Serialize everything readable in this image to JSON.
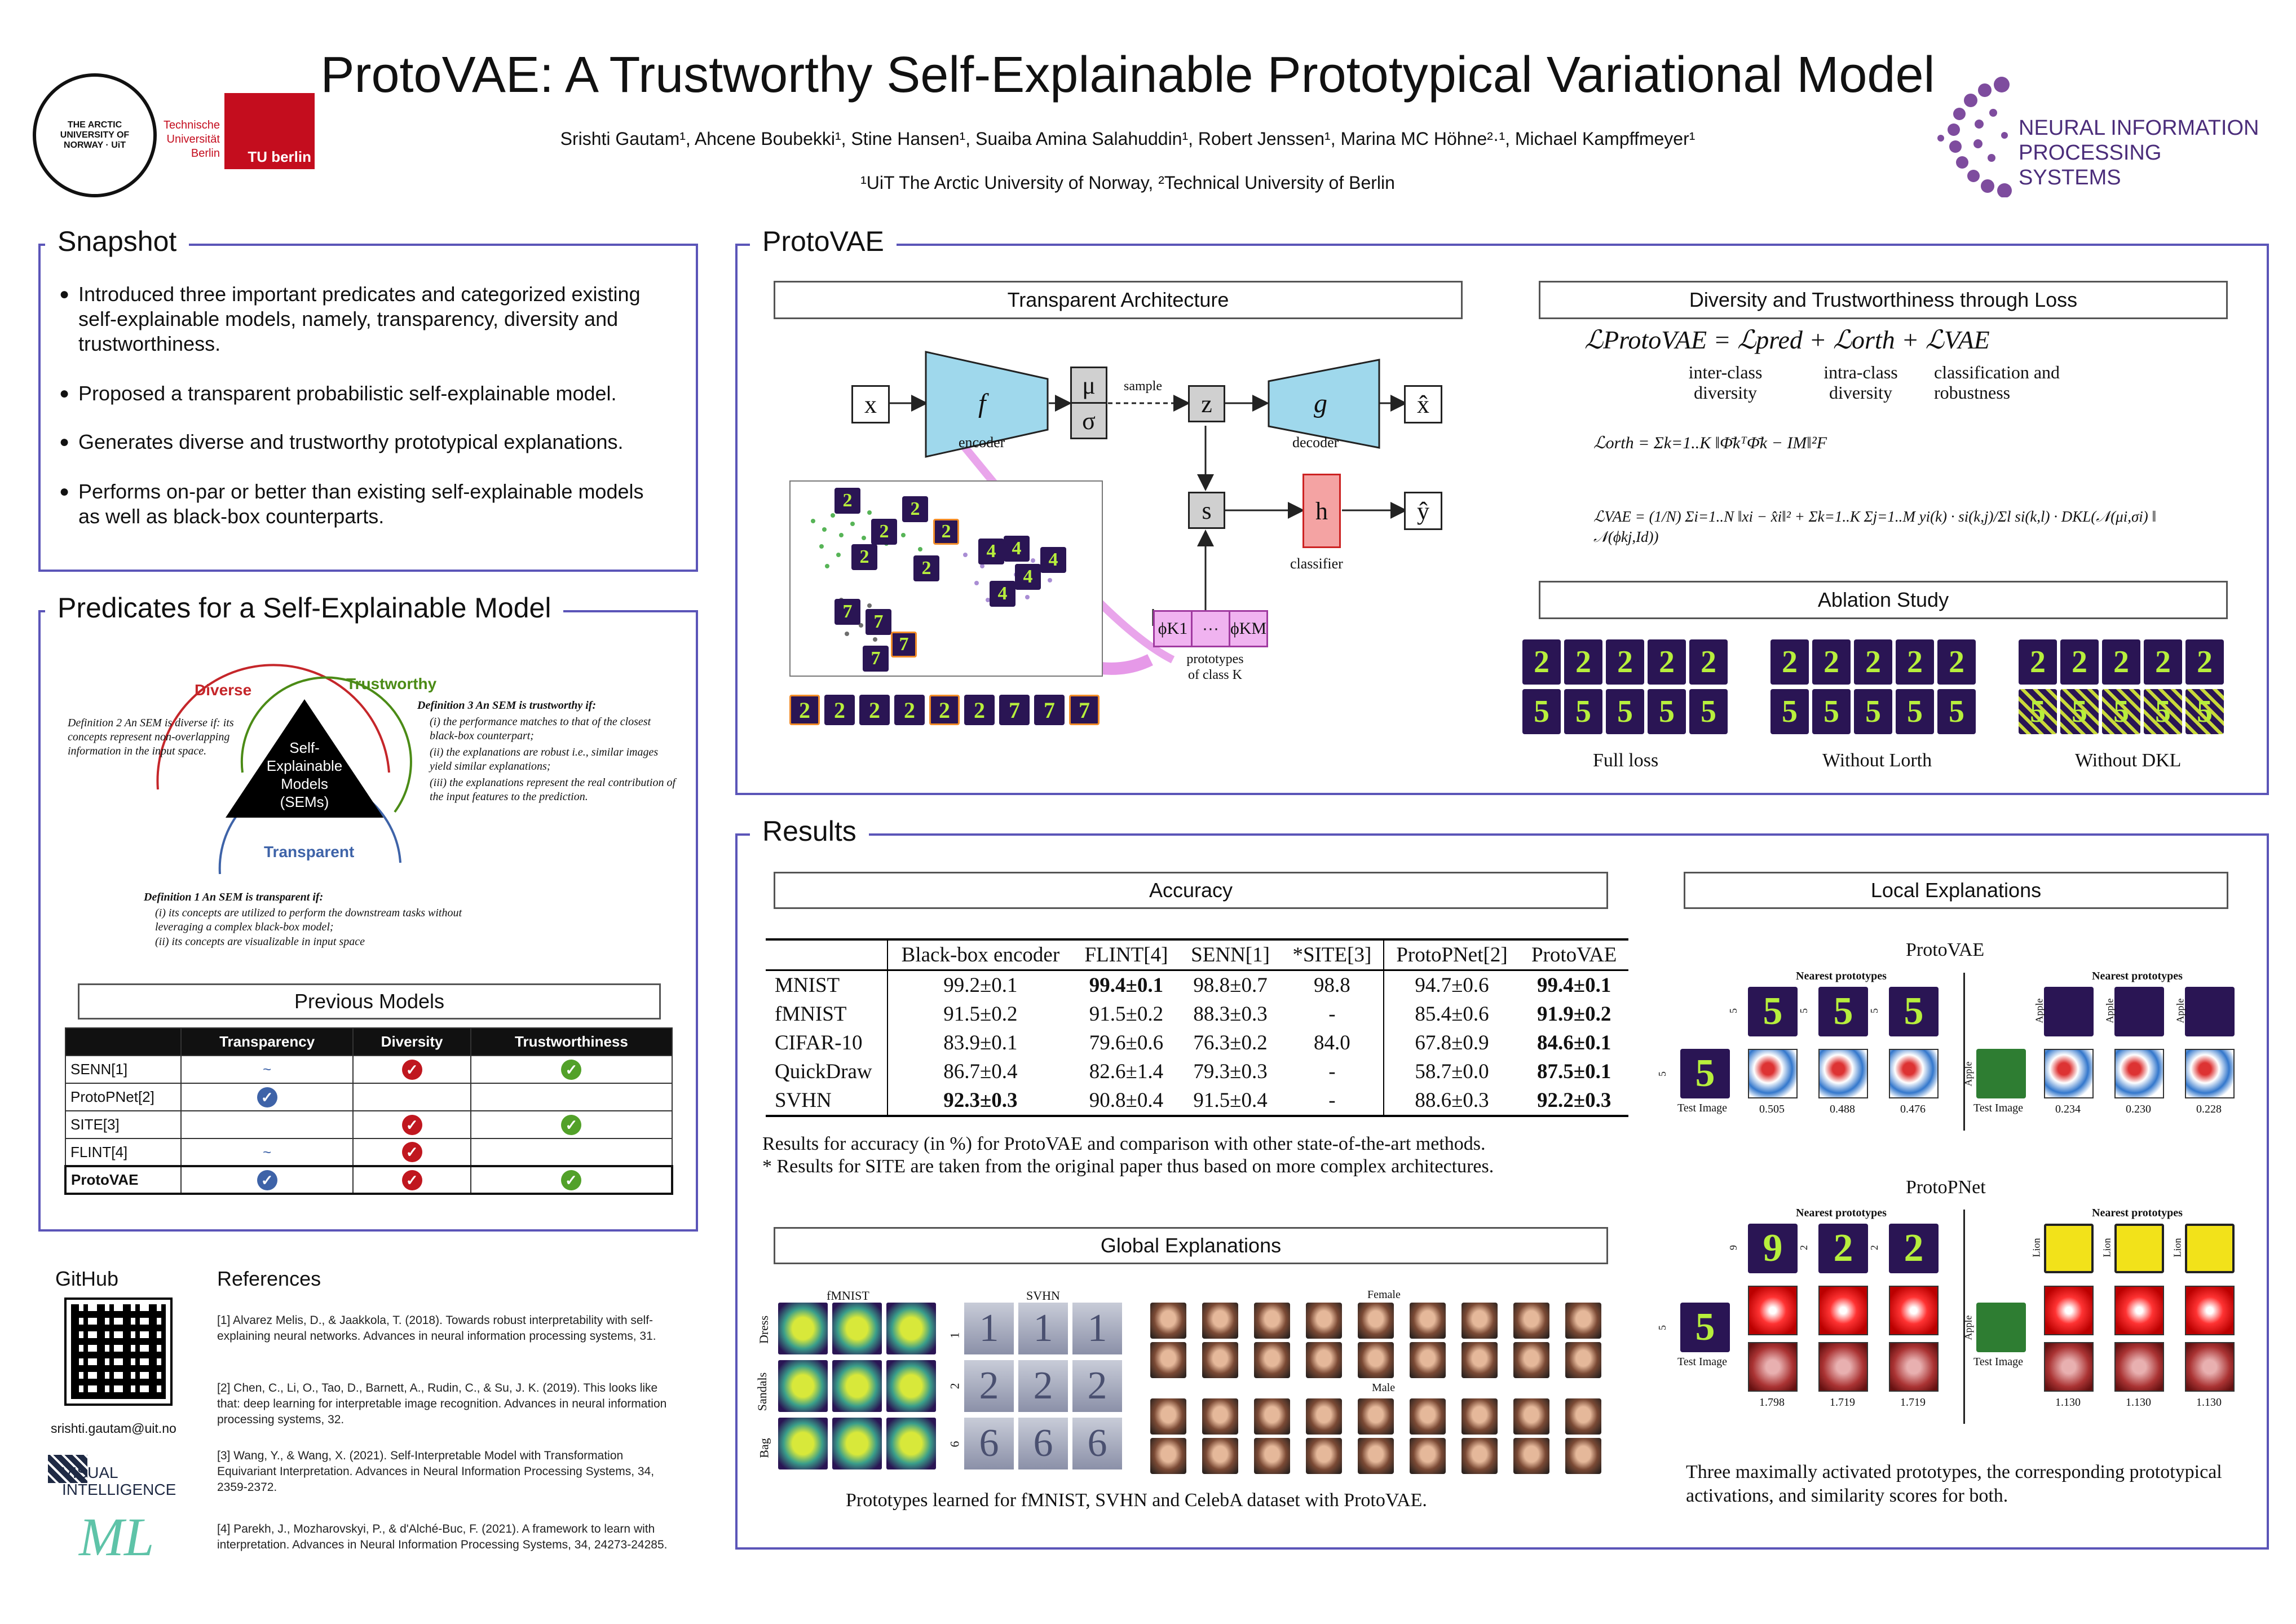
{
  "header": {
    "title": "ProtoVAE: A Trustworthy Self-Explainable Prototypical Variational Model",
    "authors": "Srishti Gautam¹, Ahcene Boubekki¹, Stine Hansen¹, Suaiba Amina Salahuddin¹, Robert Jenssen¹, Marina MC Höhne²·¹, Michael Kampffmeyer¹",
    "affiliations": "¹UiT The Arctic University of Norway, ²Technical University of Berlin",
    "logo_uit": "THE ARCTIC UNIVERSITY OF NORWAY · UiT",
    "logo_tu": "Technische Universität Berlin",
    "logo_tu_mark": "TU berlin",
    "logo_neurips": "NEURAL INFORMATION PROCESSING SYSTEMS"
  },
  "snapshot": {
    "title": "Snapshot",
    "bullets": [
      "Introduced three important predicates and categorized existing self-explainable models, namely, transparency, diversity and trustworthiness.",
      "Proposed a transparent probabilistic self-explainable model.",
      "Generates diverse and trustworthy prototypical explanations.",
      "Performs on-par or better than existing self-explainable models as well as black-box counterparts."
    ]
  },
  "predicates": {
    "title": "Predicates for a Self-Explainable Model",
    "diverse": "Diverse",
    "trustworthy": "Trustworthy",
    "transparent": "Transparent",
    "center": "Self-Explainable Models (SEMs)",
    "def2": "Definition 2 An SEM is diverse if: its concepts represent non-overlapping information in the input space.",
    "def3_head": "Definition 3 An SEM is trustworthy if:",
    "def3_i": "(i) the performance matches to that of the closest black-box counterpart;",
    "def3_ii": "(ii) the explanations are robust i.e., similar images yield similar explanations;",
    "def3_iii": "(iii) the explanations represent the real contribution of the input features to the prediction.",
    "def1_head": "Definition 1 An SEM is transparent if:",
    "def1_i": "(i) its concepts are utilized to perform the downstream tasks without leveraging a complex black-box model;",
    "def1_ii": "(ii) its concepts are visualizable in input space",
    "prev_title": "Previous Models",
    "prev_headers": [
      "",
      "Transparency",
      "Diversity",
      "Trustworthiness"
    ],
    "prev_rows": [
      {
        "name": "SENN[1]",
        "t": "~",
        "d": "red",
        "w": "green"
      },
      {
        "name": "ProtoPNet[2]",
        "t": "blue",
        "d": "",
        "w": ""
      },
      {
        "name": "SITE[3]",
        "t": "",
        "d": "red",
        "w": "green"
      },
      {
        "name": "FLINT[4]",
        "t": "~",
        "d": "red",
        "w": ""
      },
      {
        "name": "ProtoVAE",
        "t": "blue",
        "d": "red",
        "w": "green"
      }
    ]
  },
  "footer": {
    "github": "GitHub",
    "email": "srishti.gautam@uit.no",
    "refs_title": "References",
    "vis_logo": "VISUAL INTELLIGENCE",
    "ml_logo": "ML",
    "refs": [
      "[1] Alvarez Melis, D., & Jaakkola, T. (2018). Towards robust interpretability with self-explaining neural networks. Advances in neural information processing systems, 31.",
      "[2] Chen, C., Li, O., Tao, D., Barnett, A., Rudin, C., & Su, J. K. (2019). This looks like that: deep learning for interpretable image recognition. Advances in neural information processing systems, 32.",
      "[3] Wang, Y., & Wang, X. (2021). Self-Interpretable Model with Transformation Equivariant Interpretation. Advances in Neural Information Processing Systems, 34, 2359-2372.",
      "[4] Parekh, J., Mozharovskyi, P., & d'Alché-Buc, F. (2021). A framework to learn with interpretation. Advances in Neural Information Processing Systems, 34, 24273-24285."
    ]
  },
  "protovae": {
    "title": "ProtoVAE",
    "arch_title": "Transparent Architecture",
    "nodes": {
      "x": "x",
      "f": "f",
      "mu": "μ",
      "sigma": "σ",
      "sample": "sample",
      "z": "z",
      "g": "g",
      "xhat": "x̂",
      "s": "s",
      "h": "h",
      "yhat": "ŷ",
      "phi1": "ϕK1",
      "dots": "···",
      "phiM": "ϕKM"
    },
    "node_labels": {
      "encoder": "encoder",
      "decoder": "decoder",
      "classifier": "classifier",
      "prototypes": "prototypes of class K"
    },
    "loss_title": "Diversity and Trustworthiness through Loss",
    "loss_main": "ℒProtoVAE = ℒpred + ℒorth + ℒVAE",
    "loss_labels": [
      "inter-class diversity",
      "intra-class diversity",
      "classification and robustness"
    ],
    "eq_orth": "ℒorth = Σk=1..K ‖Φ̄kᵀΦ̄k − IM‖²F",
    "eq_vae": "ℒVAE = (1/N) Σi=1..N ‖xi − x̂i‖² + Σk=1..K Σj=1..M yi(k) · si(k,j)/Σl si(k,l) · DKL(𝒩(μi,σi) ‖ 𝒩(ϕkj,Id))",
    "ablation_title": "Ablation Study",
    "ablation_labels": [
      "Full loss",
      "Without Lorth",
      "Without DKL"
    ],
    "scatter_digits": [
      "2",
      "2",
      "2",
      "2",
      "2",
      "2",
      "7",
      "7",
      "7",
      "7",
      "4",
      "4",
      "4",
      "4",
      "4"
    ],
    "strip_digits": [
      "2",
      "2",
      "2",
      "2",
      "2",
      "2",
      "7",
      "7",
      "7"
    ],
    "abl_top": "2",
    "abl_bot": "5"
  },
  "results": {
    "title": "Results",
    "acc_title": "Accuracy",
    "acc_headers": [
      "",
      "Black-box encoder",
      "FLINT[4]",
      "SENN[1]",
      "*SITE[3]",
      "ProtoPNet[2]",
      "ProtoVAE"
    ],
    "acc_rows": [
      [
        "MNIST",
        "99.2±0.1",
        "99.4±0.1",
        "98.8±0.7",
        "98.8",
        "94.7±0.6",
        "99.4±0.1"
      ],
      [
        "fMNIST",
        "91.5±0.2",
        "91.5±0.2",
        "88.3±0.3",
        "-",
        "85.4±0.6",
        "91.9±0.2"
      ],
      [
        "CIFAR-10",
        "83.9±0.1",
        "79.6±0.6",
        "76.3±0.2",
        "84.0",
        "67.8±0.9",
        "84.6±0.1"
      ],
      [
        "QuickDraw",
        "86.7±0.4",
        "82.6±1.4",
        "79.3±0.3",
        "-",
        "58.7±0.0",
        "87.5±0.1"
      ],
      [
        "SVHN",
        "92.3±0.3",
        "90.8±0.4",
        "91.5±0.4",
        "-",
        "88.6±0.3",
        "92.2±0.3"
      ]
    ],
    "acc_caption1": "Results for accuracy (in %) for ProtoVAE and comparison with other state-of-the-art methods.",
    "acc_caption2": "* Results for SITE are taken from the original paper thus based on more complex architectures.",
    "global_title": "Global Explanations",
    "global_labels": {
      "fmnist": "fMNIST",
      "svhn": "SVHN",
      "female": "Female",
      "male": "Male",
      "dress": "Dress",
      "sandals": "Sandals",
      "bag": "Bag",
      "d1": "1",
      "d2": "2",
      "d6": "6"
    },
    "global_caption": "Prototypes learned for fMNIST, SVHN and CelebA dataset with ProtoVAE.",
    "local_title": "Local Explanations",
    "local_protovae": "ProtoVAE",
    "local_protopnet": "ProtoPNet",
    "nearest": "Nearest prototypes",
    "test_image": "Test Image",
    "pv_scores_a": [
      "0.505",
      "0.488",
      "0.476"
    ],
    "pv_scores_b": [
      "0.234",
      "0.230",
      "0.228"
    ],
    "pp_scores_a": [
      "1.798",
      "1.719",
      "1.719"
    ],
    "pp_scores_b": [
      "1.130",
      "1.130",
      "1.130"
    ],
    "side_labels": {
      "five": "5",
      "nine": "9",
      "two": "2",
      "apple": "Apple",
      "lion": "Lion"
    },
    "local_caption": "Three maximally activated prototypes, the corresponding prototypical activations, and similarity scores for both."
  }
}
